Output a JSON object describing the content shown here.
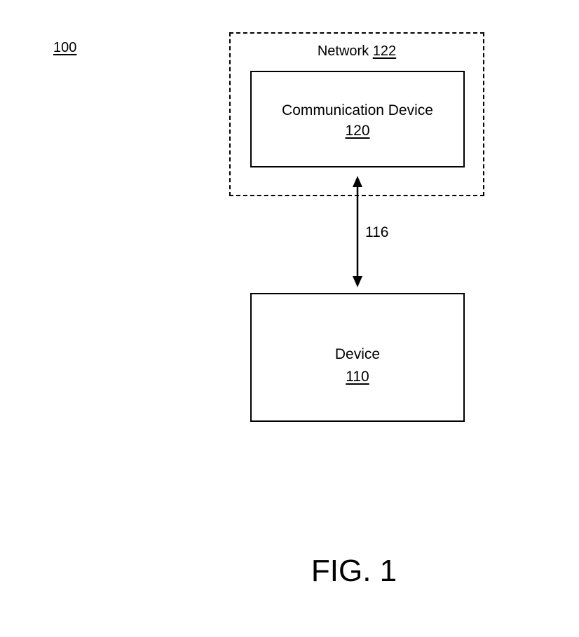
{
  "figure_ref": "100",
  "network": {
    "label": "Network",
    "ref": "122"
  },
  "communication_device": {
    "label": "Communication Device",
    "ref": "120"
  },
  "link": {
    "label": "116",
    "type": "bidirectional"
  },
  "device": {
    "label": "Device",
    "ref": "110"
  },
  "caption": "FIG. 1"
}
